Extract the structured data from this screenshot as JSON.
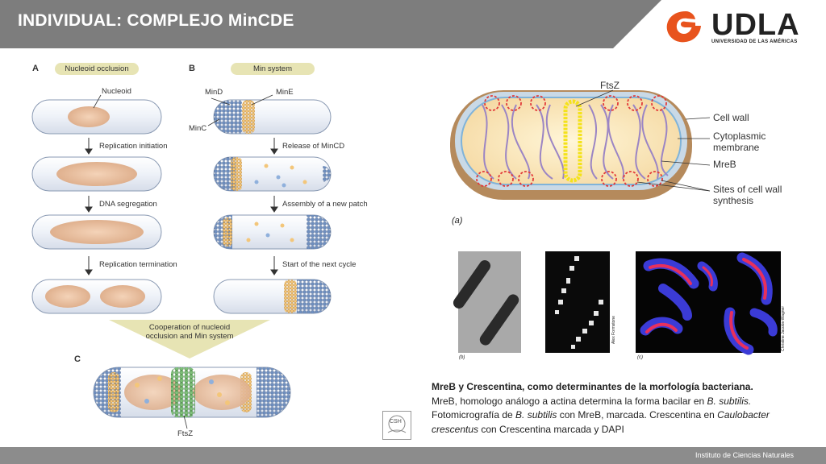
{
  "header": {
    "title": "INDIVIDUAL: COMPLEJO MinCDE",
    "logo_word": "UDLA",
    "logo_subtitle": "UNIVERSIDAD DE LAS AMÉRICAS"
  },
  "figure_left": {
    "panel_a": {
      "letter": "A",
      "title": "Nucleoid occlusion",
      "label_nucleoid": "Nucleoid",
      "steps": [
        "Replication initiation",
        "DNA segregation",
        "Replication termination"
      ]
    },
    "panel_b": {
      "letter": "B",
      "title": "Min system",
      "label_mind": "MinD",
      "label_mine": "MinE",
      "label_minc": "MinC",
      "steps": [
        "Release of MinCD",
        "Assembly of a new patch",
        "Start of the next cycle"
      ]
    },
    "cooperation": "Cooperation of nucleoid occlusion and Min system",
    "panel_c": {
      "letter": "C",
      "label_ftsz": "FtsZ"
    }
  },
  "figure_right": {
    "label_ftsz": "FtsZ",
    "labels": [
      "Cell wall",
      "Cytoplasmic membrane",
      "MreB",
      "Sites of cell wall synthesis"
    ],
    "panel_a": "(a)",
    "panel_b": "(b)",
    "panel_c": "(c)",
    "credit_b": "Alex Formstone",
    "credit_c": "Christine Jacobs-Wagner"
  },
  "caption": {
    "title": "MreB y Crescentina, como determinantes de la morfología bacteriana.",
    "t1": "MreB, homologo análogo a actina determina la forma bacilar en ",
    "i1": "B. subtilis.",
    "t2": " Fotomicrografía de ",
    "i2": "B. subtilis",
    "t3": " con MreB, marcada. Crescentina en ",
    "i3": "Caulobacter crescentus",
    "t4": " con Crescentina marcada y DAPI"
  },
  "csh_logo": "CSH",
  "footer": {
    "text": "Instituto de Ciencias Naturales"
  },
  "colors": {
    "header_bg": "#7d7d7d",
    "footer_bg": "#8c8c8c",
    "logo_orange": "#e8531d"
  }
}
